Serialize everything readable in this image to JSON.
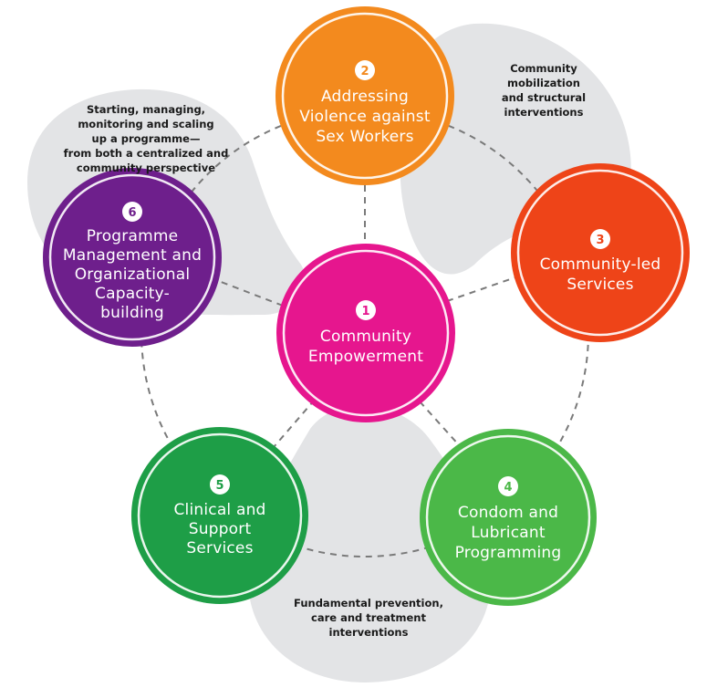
{
  "nodes": [
    {
      "id": "empowerment",
      "number": "1",
      "lines": [
        "Community",
        "Empowerment"
      ],
      "color": "#E6168E",
      "dark": "#A8106A"
    },
    {
      "id": "violence",
      "number": "2",
      "lines": [
        "Addressing",
        "Violence against",
        "Sex Workers"
      ],
      "color": "#F38A1E",
      "dark": "#C96A0C"
    },
    {
      "id": "community-led",
      "number": "3",
      "lines": [
        "Community-led",
        "Services"
      ],
      "color": "#EE4418",
      "dark": "#B8300E"
    },
    {
      "id": "condom",
      "number": "4",
      "lines": [
        "Condom and",
        "Lubricant",
        "Programming"
      ],
      "color": "#4BB848",
      "dark": "#2F8A2D"
    },
    {
      "id": "clinical",
      "number": "5",
      "lines": [
        "Clinical and",
        "Support",
        "Services"
      ],
      "color": "#1E9E47",
      "dark": "#12742F"
    },
    {
      "id": "programme",
      "number": "6",
      "lines": [
        "Programme",
        "Management and",
        "Organizational",
        "Capacity-",
        "building"
      ],
      "color": "#6E1F8C",
      "dark": "#4B1262"
    }
  ],
  "captions": {
    "community_mobilization": [
      "Community",
      "mobilization",
      "and structural",
      "interventions"
    ],
    "programme_management": [
      "Starting, managing,",
      "monitoring and scaling",
      "up a programme—",
      "from both a centralized and",
      "community perspective"
    ],
    "fundamental": [
      "Fundamental prevention,",
      "care and treatment",
      "interventions"
    ]
  },
  "colors": {
    "blob": "#E3E4E6",
    "dash": "#7A7A7A"
  }
}
